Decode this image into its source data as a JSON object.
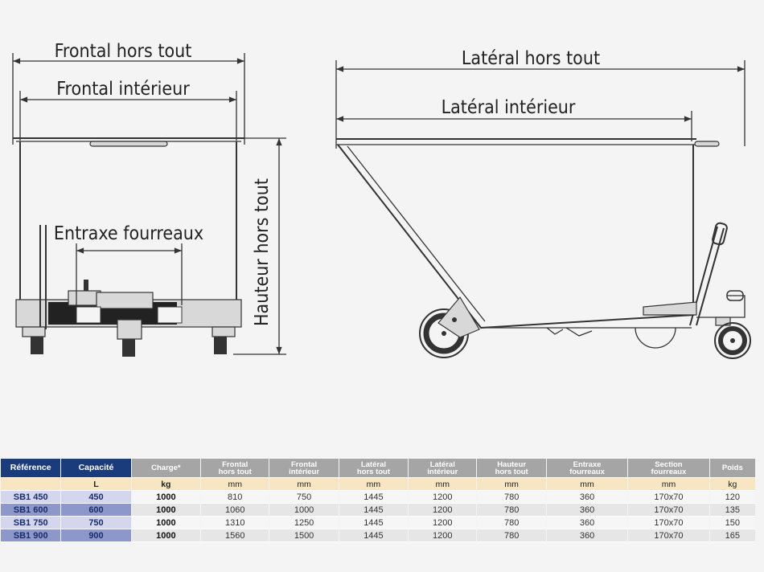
{
  "drawing": {
    "labels": {
      "frontal_hors_tout": "Frontal hors tout",
      "frontal_interieur": "Frontal intérieur",
      "entraxe_fourreaux": "Entraxe fourreaux",
      "hauteur_hors_tout": "Hauteur hors tout",
      "lateral_hors_tout": "Latéral hors tout",
      "lateral_interieur": "Latéral intérieur"
    }
  },
  "table": {
    "headers": [
      {
        "l1": "Référence",
        "l2": ""
      },
      {
        "l1": "Capacité",
        "l2": ""
      },
      {
        "l1": "Charge*",
        "l2": ""
      },
      {
        "l1": "Frontal",
        "l2": "hors tout"
      },
      {
        "l1": "Frontal",
        "l2": "intérieur"
      },
      {
        "l1": "Latéral",
        "l2": "hors tout"
      },
      {
        "l1": "Latéral",
        "l2": "intérieur"
      },
      {
        "l1": "Hauteur",
        "l2": "hors tout"
      },
      {
        "l1": "Entraxe",
        "l2": "fourreaux"
      },
      {
        "l1": "Section",
        "l2": "fourreaux"
      },
      {
        "l1": "Poids",
        "l2": ""
      }
    ],
    "units": [
      "",
      "L",
      "kg",
      "mm",
      "mm",
      "mm",
      "mm",
      "mm",
      "mm",
      "mm",
      "kg"
    ],
    "rows": [
      [
        "SB1 450",
        "450",
        "1000",
        "810",
        "750",
        "1445",
        "1200",
        "780",
        "360",
        "170x70",
        "120"
      ],
      [
        "SB1 600",
        "600",
        "1000",
        "1060",
        "1000",
        "1445",
        "1200",
        "780",
        "360",
        "170x70",
        "135"
      ],
      [
        "SB1 750",
        "750",
        "1000",
        "1310",
        "1250",
        "1445",
        "1200",
        "780",
        "360",
        "170x70",
        "150"
      ],
      [
        "SB1 900",
        "900",
        "1000",
        "1560",
        "1500",
        "1445",
        "1200",
        "780",
        "360",
        "170x70",
        "165"
      ]
    ]
  }
}
